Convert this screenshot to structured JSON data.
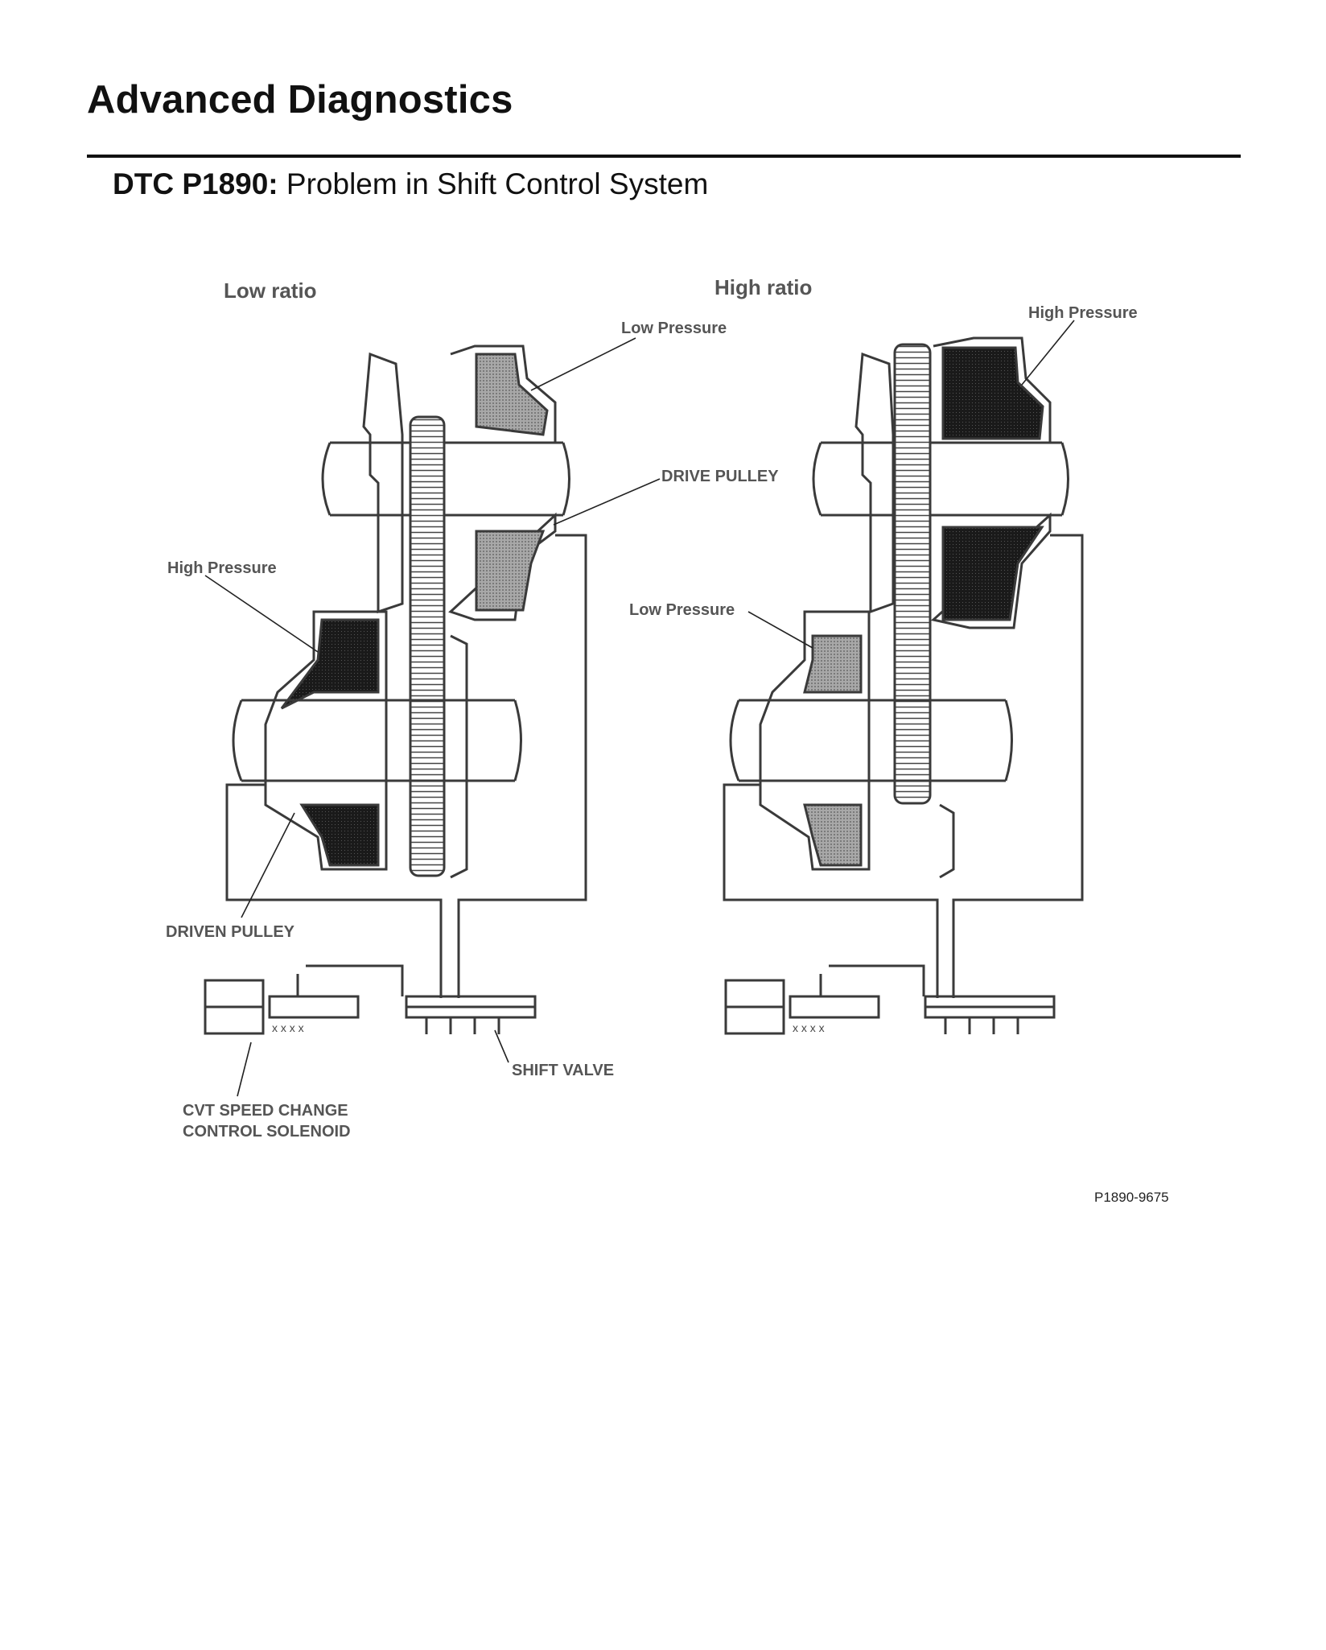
{
  "header": {
    "title": "Advanced Diagnostics",
    "dtc_code": "DTC P1890:",
    "dtc_description": "Problem in Shift Control System"
  },
  "diagram": {
    "panels": [
      {
        "title": "Low ratio",
        "labels": {
          "drive_pressure": "Low Pressure",
          "drive_pulley": "DRIVE PULLEY",
          "driven_pressure": "High Pressure",
          "driven_pulley": "DRIVEN PULLEY",
          "shift_valve": "SHIFT VALVE",
          "solenoid_line1": "CVT SPEED CHANGE",
          "solenoid_line2": "CONTROL SOLENOID"
        }
      },
      {
        "title": "High ratio",
        "labels": {
          "drive_pressure": "High Pressure",
          "driven_pressure": "Low Pressure"
        }
      }
    ],
    "figure_id": "P1890-9675"
  },
  "colors": {
    "outline": "#3a3a3a",
    "high_pressure": "#1e1e1e",
    "low_pressure": "#9a9a9a",
    "label_gray": "#555555"
  }
}
